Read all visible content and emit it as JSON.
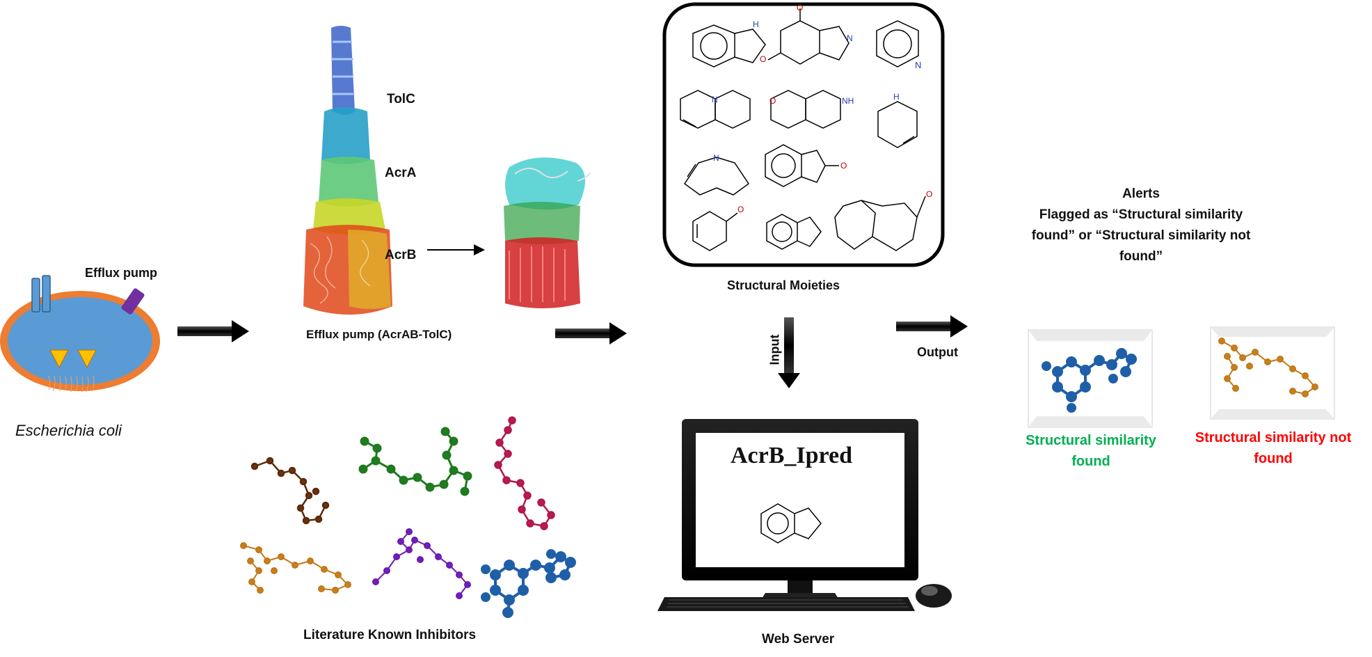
{
  "labels": {
    "efflux_pump": "Efflux pump",
    "ecoli": "Escherichia coli",
    "tolc": "TolC",
    "acra": "AcrA",
    "acrb": "AcrB",
    "complex": "Efflux pump (AcrAB-TolC)",
    "moieties": "Structural Moieties",
    "input": "Input",
    "output": "Output",
    "inhibitors": "Literature Known Inhibitors",
    "webserver": "Web Server",
    "server_title": "AcrB_Ipred"
  },
  "alerts": {
    "heading": "Alerts",
    "line1": "Flagged as “Structural similarity",
    "line2": "found” or “Structural similarity not",
    "line3": "found”"
  },
  "results": {
    "found_line1": "Structural similarity",
    "found_line2": "found",
    "notfound_line1": "Structural similarity not",
    "notfound_line2": "found"
  },
  "atoms": {
    "h": "H",
    "n": "N",
    "o": "O",
    "nh": "NH"
  },
  "colors": {
    "cell_fill": "#5b9bd5",
    "cell_border": "#ed7d31",
    "found_green": "#00b050",
    "notfound_red": "#ff0000",
    "molecule_blue": "#1f5fa8",
    "molecule_orange": "#c07818",
    "molecule_green": "#1e7a1e",
    "molecule_brown": "#5a2a0a",
    "molecule_crimson": "#b0184a",
    "molecule_purple": "#6a1ab0"
  }
}
